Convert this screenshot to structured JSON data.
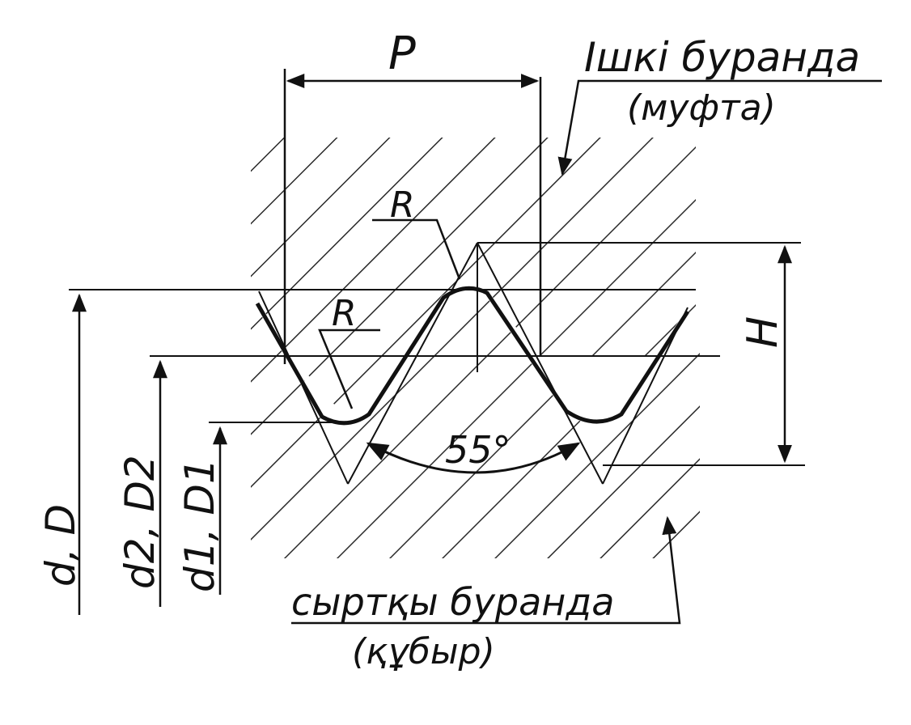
{
  "labels": {
    "pitch": "P",
    "internal_thread": "Ішкі буранда",
    "internal_thread_part": "(муфта)",
    "external_thread": "сыртқы буранда",
    "external_thread_part": "(құбыр)",
    "radius_top": "R",
    "radius_bottom": "R",
    "height": "H",
    "angle": "55°",
    "dim_major": "d, D",
    "dim_pitch": "d2, D2",
    "dim_minor": "d1, D1"
  },
  "colors": {
    "ink": "#111111",
    "paper": "#ffffff"
  }
}
